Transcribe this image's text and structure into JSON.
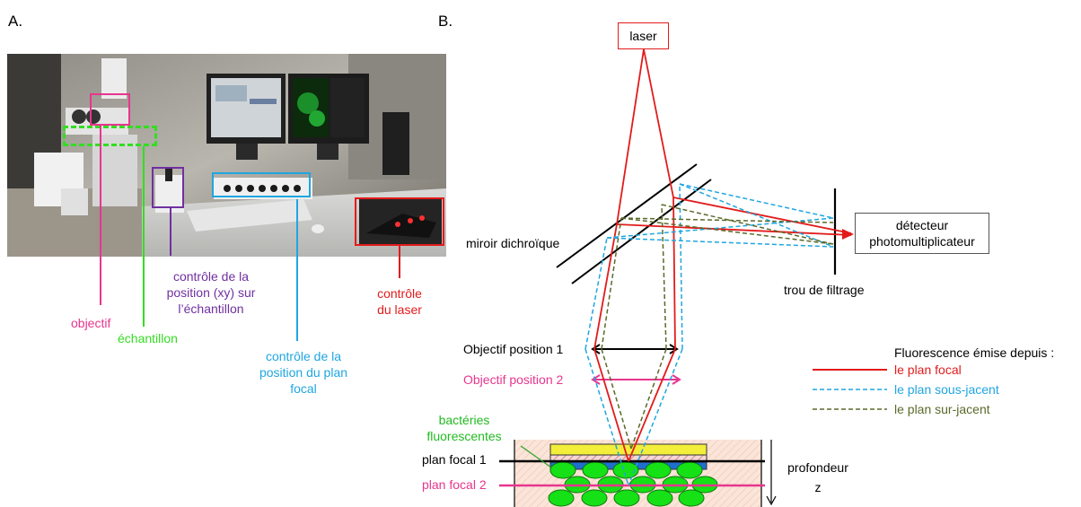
{
  "panel_a": {
    "letter": "A.",
    "labels": {
      "objectif": "objectif",
      "echantillon": "échantillon",
      "controle_xy": [
        "contrôle de la",
        "position (xy) sur",
        "l’échantillon"
      ],
      "controle_plan": [
        "contrôle de la",
        "position du plan",
        "focal"
      ],
      "controle_laser": [
        "contrôle",
        "du laser"
      ]
    }
  },
  "panel_b": {
    "letter": "B.",
    "laser": "laser",
    "detector": [
      "détecteur",
      "photomultiplicateur"
    ],
    "mirror": "miroir dichroïque",
    "pinhole": "trou de filtrage",
    "objective_1": "Objectif position 1",
    "objective_2": "Objectif position 2",
    "bacteria": [
      "bactéries",
      "fluorescentes"
    ],
    "focal_plane_1": "plan focal 1",
    "focal_plane_2": "plan focal 2",
    "depth": [
      "profondeur",
      "z"
    ],
    "legend": {
      "title": "Fluorescence émise depuis :",
      "items": [
        "le plan focal",
        "le plan sous-jacent",
        "le plan sur-jacent"
      ]
    }
  },
  "colors": {
    "pink": "#e8358f",
    "green": "#33dd22",
    "purple": "#7030a0",
    "blue": "#1fa6e0",
    "red": "#e21b1b",
    "olive": "#5a6a2a",
    "cell_green": "#16e016",
    "slide_yellow": "#f2ee3a",
    "slide_blue": "#1f6fd0",
    "medium_peach": "#fbe4d8"
  }
}
